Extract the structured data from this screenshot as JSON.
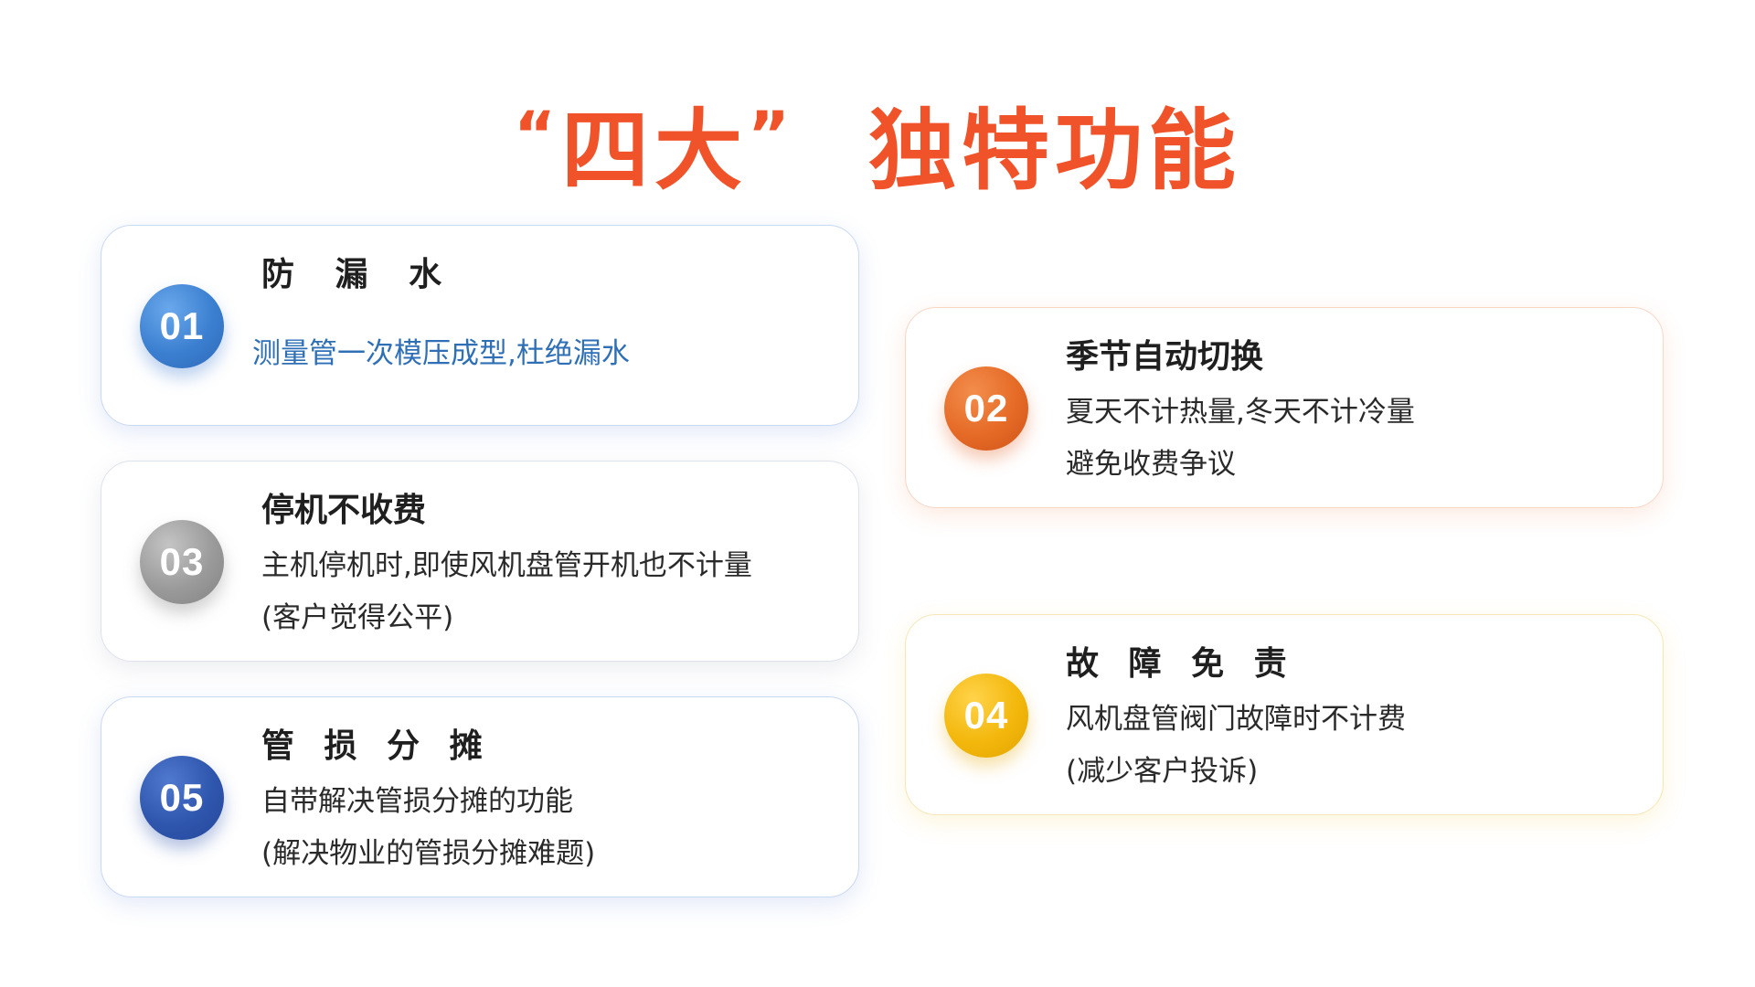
{
  "title": {
    "open_quote": "“",
    "highlight": "四大",
    "close_quote": "”",
    "rest": "独特功能"
  },
  "features": [
    {
      "number": "01",
      "title": "防 漏 水",
      "lines": [
        "测量管一次模压成型,杜绝漏水"
      ]
    },
    {
      "number": "02",
      "title": "季节自动切换",
      "lines": [
        "夏天不计热量,冬天不计冷量",
        "避免收费争议"
      ]
    },
    {
      "number": "03",
      "title": "停机不收费",
      "lines": [
        "主机停机时,即使风机盘管开机也不计量",
        "(客户觉得公平)"
      ]
    },
    {
      "number": "04",
      "title": "故 障 免 责",
      "lines": [
        "风机盘管阀门故障时不计费",
        "(减少客户投诉)"
      ]
    },
    {
      "number": "05",
      "title": "管 损 分 摊",
      "lines": [
        "自带解决管损分摊的功能",
        "(解决物业的管损分摊难题)"
      ]
    }
  ],
  "colors": {
    "title": "#f0532a",
    "badge_01": "#3b7fd0",
    "badge_02": "#e56a26",
    "badge_03": "#9a9a9a",
    "badge_04": "#f3b70c",
    "badge_05": "#2f56ad",
    "desc_01": "#2f6fb5"
  }
}
